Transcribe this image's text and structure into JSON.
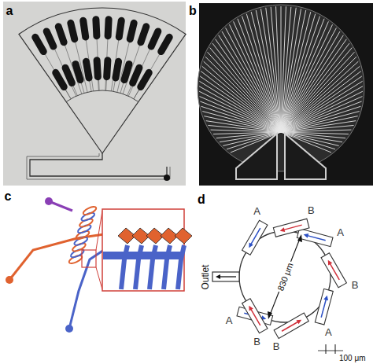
{
  "diagram": {
    "labels": [
      "a",
      "b",
      "c",
      "d",
      "A",
      "B",
      "A",
      "B",
      "A",
      "B",
      "A",
      "B",
      "830 μm",
      "Outlet",
      "100 μm"
    ]
  }
}
